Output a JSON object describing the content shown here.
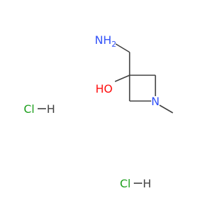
{
  "molecule": {
    "amine_label": "NH",
    "amine_subscript": "2",
    "hydroxyl_label": "HO",
    "ring_nitrogen_label": "N",
    "salt_1": {
      "cl": "Cl",
      "h": "H"
    },
    "salt_2": {
      "cl": "Cl",
      "h": "H"
    }
  },
  "colors": {
    "bond": "#404040",
    "nitrogen": "#3050f8",
    "oxygen": "#ff0d0d",
    "chlorine": "#1fa01f",
    "hydrogen": "#404040"
  }
}
